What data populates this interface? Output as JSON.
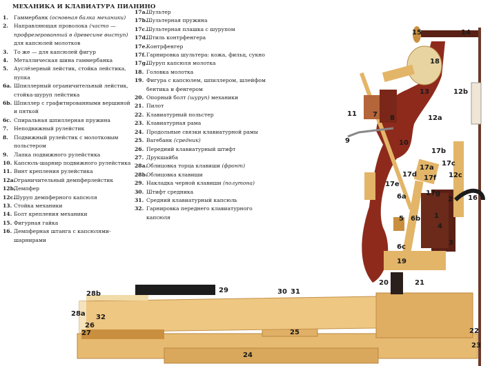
{
  "title": "МЕХАНИКА И КЛАВИАТУРА ПИАНИНО",
  "legend_left": [
    {
      "num": "1.",
      "text": "Гаммербанк ",
      "italic": "(основная балка механики)",
      "after": ""
    },
    {
      "num": "2.",
      "text": "Направляющая проволока ",
      "italic": "(часто — профрезерованный в древесине выступ)",
      "after": " для капсюлей молотков"
    },
    {
      "num": "3.",
      "text": "То же — для капсюлей фигур",
      "italic": "",
      "after": ""
    },
    {
      "num": "4.",
      "text": "Металлическая шина гаммербанка",
      "italic": "",
      "after": ""
    },
    {
      "num": "5.",
      "text": "Ауслёзерный лейстик, стойка лейстика, пупка",
      "italic": "",
      "after": ""
    },
    {
      "num": "6a.",
      "text": "Шпиллерный ограничительный лейстик, стойка-шуруп лейстика",
      "italic": "",
      "after": ""
    },
    {
      "num": "6b.",
      "text": "Шпиллер с графитированными вершиной и пяткой",
      "italic": "",
      "after": ""
    },
    {
      "num": "6c.",
      "text": "Спиральная шпиллерная пружина",
      "italic": "",
      "after": ""
    },
    {
      "num": "7.",
      "text": "Неподвижный рулейстик",
      "italic": "",
      "after": ""
    },
    {
      "num": "8.",
      "text": "Подвижный рулейстик с молотковым польстером",
      "italic": "",
      "after": ""
    },
    {
      "num": "9.",
      "text": "Лапка подвижного рулейстика",
      "italic": "",
      "after": ""
    },
    {
      "num": "10.",
      "text": "Капсюль-шарнир подвижного рулейстика",
      "italic": "",
      "after": ""
    },
    {
      "num": "11.",
      "text": "Винт крепления рулейстика",
      "italic": "",
      "after": ""
    },
    {
      "num": "12a.",
      "text": "Ограничительный демпферлейстик",
      "italic": "",
      "after": ""
    },
    {
      "num": "12b.",
      "text": "Демпфер",
      "italic": "",
      "after": ""
    },
    {
      "num": "12c.",
      "text": "Шуруп демпферного капсюля",
      "italic": "",
      "after": ""
    },
    {
      "num": "13.",
      "text": "Стойка механики",
      "italic": "",
      "after": ""
    },
    {
      "num": "14.",
      "text": "Болт крепления механики",
      "italic": "",
      "after": ""
    },
    {
      "num": "15.",
      "text": "Фигурная гайка",
      "italic": "",
      "after": ""
    },
    {
      "num": "16.",
      "text": "Демпферная штанга с капсюлями-шарнирами",
      "italic": "",
      "after": ""
    }
  ],
  "legend_mid": [
    {
      "num": "17a.",
      "text": "Шультер",
      "italic": "",
      "after": ""
    },
    {
      "num": "17b.",
      "text": "Шультерная пружина",
      "italic": "",
      "after": ""
    },
    {
      "num": "17c.",
      "text": "Шультерная плашка с шурупом",
      "italic": "",
      "after": ""
    },
    {
      "num": "17d.",
      "text": "Штиль контрфенгера",
      "italic": "",
      "after": ""
    },
    {
      "num": "17e.",
      "text": "Контрфенгер",
      "italic": "",
      "after": ""
    },
    {
      "num": "17f.",
      "text": "Гарнировка шультера: кожа, фильц, сукно",
      "italic": "",
      "after": ""
    },
    {
      "num": "17g.",
      "text": "Шуруп капсюля молотка",
      "italic": "",
      "after": ""
    },
    {
      "num": "18.",
      "text": "Головка молотка",
      "italic": "",
      "after": ""
    },
    {
      "num": "19.",
      "text": "Фигура с капсюлем, шпиллером, шлейфом бентика и фенгером",
      "italic": "",
      "after": ""
    },
    {
      "num": "20.",
      "text": "Опорный болт ",
      "italic": "(шуруп)",
      "after": " механики"
    },
    {
      "num": "21.",
      "text": "Пилот",
      "italic": "",
      "after": ""
    },
    {
      "num": "22.",
      "text": "Клавиатурный польстер",
      "italic": "",
      "after": ""
    },
    {
      "num": "23.",
      "text": "Клавиатурная рама",
      "italic": "",
      "after": ""
    },
    {
      "num": "24.",
      "text": "Продольные связки клавиатурной рамы",
      "italic": "",
      "after": ""
    },
    {
      "num": "25.",
      "text": "Вагебанк ",
      "italic": "(средник)",
      "after": ""
    },
    {
      "num": "26.",
      "text": "Передний клавиатурный штифт",
      "italic": "",
      "after": ""
    },
    {
      "num": "27.",
      "text": "Друкшайба",
      "italic": "",
      "after": ""
    },
    {
      "num": "28a.",
      "text": "Облицовка торца клавиши ",
      "italic": "(фронт)",
      "after": ""
    },
    {
      "num": "28b.",
      "text": "Облицовка клавиши",
      "italic": "",
      "after": ""
    },
    {
      "num": "29.",
      "text": "Накладка черной клавиши ",
      "italic": "(полутона)",
      "after": ""
    },
    {
      "num": "30.",
      "text": "Штифт средника",
      "italic": "",
      "after": ""
    },
    {
      "num": "31.",
      "text": "Средний клавиатурный капсюль",
      "italic": "",
      "after": ""
    },
    {
      "num": "32.",
      "text": "Гарнировка переднего клавиатурного капсюля",
      "italic": "",
      "after": ""
    }
  ],
  "callouts": [
    "15",
    "14",
    "18",
    "13",
    "12b",
    "11",
    "7",
    "8",
    "12a",
    "9",
    "10",
    "17b",
    "17a",
    "17c",
    "17d",
    "17f",
    "12c",
    "17e",
    "6a",
    "17g",
    "2",
    "16",
    "5",
    "6b",
    "1",
    "4",
    "3",
    "6c",
    "19",
    "20",
    "21",
    "29",
    "30",
    "31",
    "28b",
    "28a",
    "32",
    "26",
    "27",
    "25",
    "22",
    "23",
    "24"
  ],
  "colors": {
    "wood": "#e3b568",
    "wood_dark": "#c98f3f",
    "mahogany": "#8e2a1c",
    "felt_dark": "#5a1f15",
    "black_key": "#1c1c1c"
  }
}
